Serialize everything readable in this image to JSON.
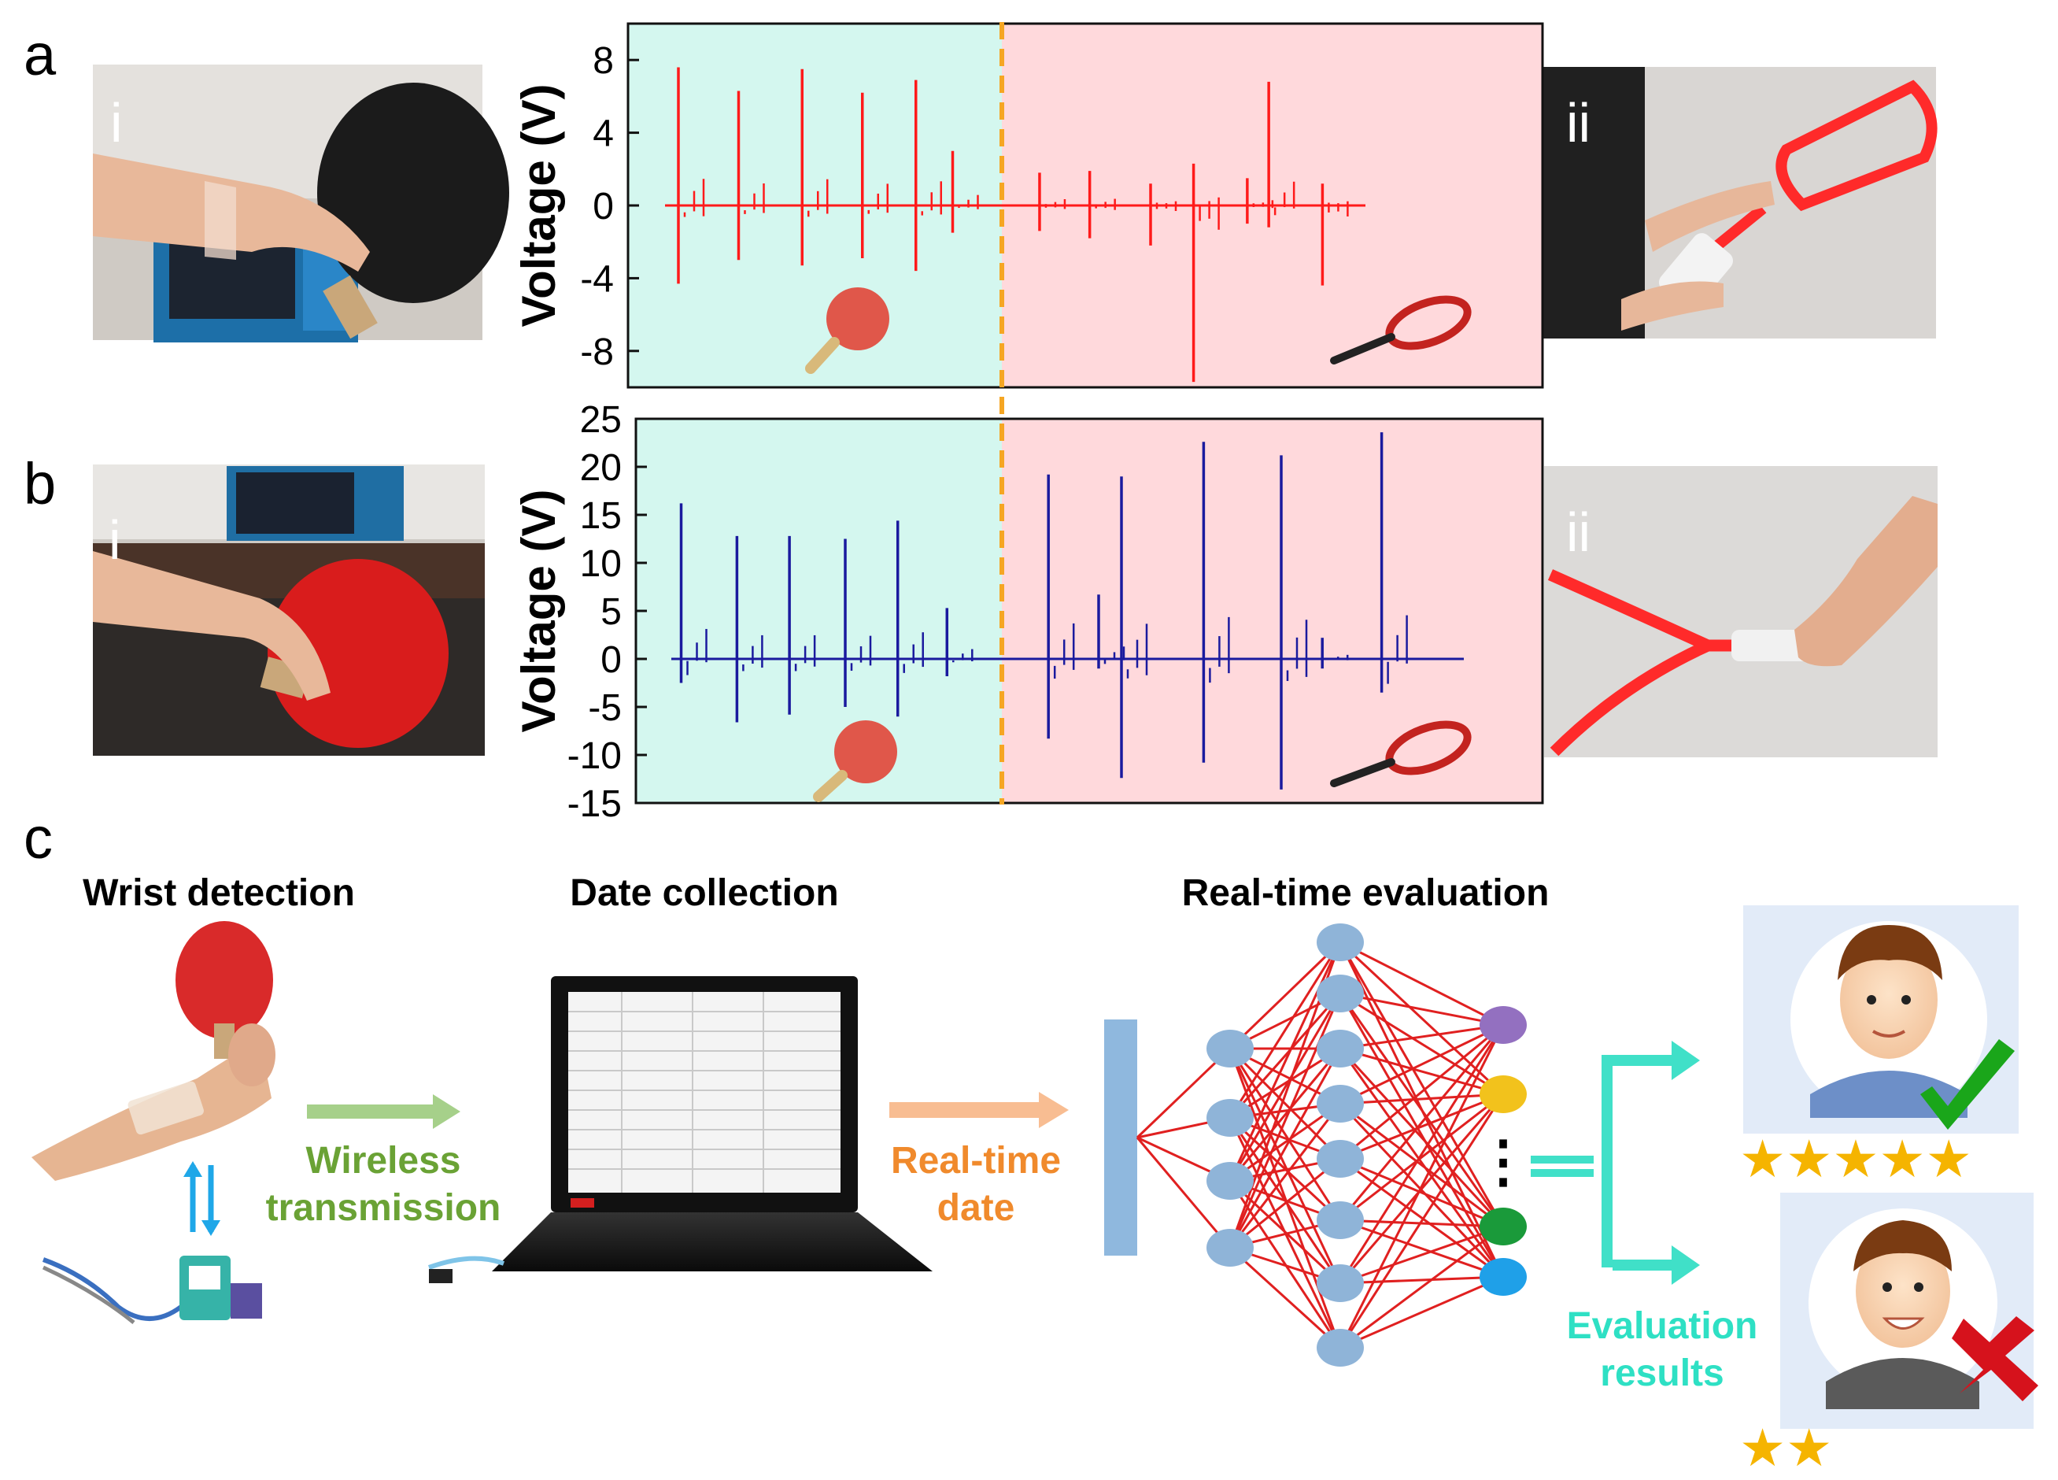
{
  "panels": {
    "a": {
      "letter": "a",
      "photo_left_label": "i",
      "photo_right_label": "ii"
    },
    "b": {
      "letter": "b",
      "photo_left_label": "i",
      "photo_right_label": "ii"
    },
    "c": {
      "letter": "c"
    }
  },
  "workflow": {
    "step1_title": "Wrist detection",
    "step2_title": "Date collection",
    "step3_title": "Real-time evaluation",
    "arrow1_line1": "Wireless",
    "arrow1_line2": "transmission",
    "arrow2_line1": "Real-time",
    "arrow2_line2": "date",
    "results_line1": "Evaluation",
    "results_line2": "results",
    "more_outputs": "⋮",
    "good_stars": "★★★★★",
    "bad_stars": "★★",
    "colors": {
      "arrow1": "#a6d08a",
      "arrow1_text": "#6aa235",
      "arrow2": "#f8bd92",
      "arrow2_text": "#f08a2c",
      "results": "#40e0c8",
      "network_edge": "#e02020",
      "node": "#8fb4d8"
    }
  },
  "chart_data": [
    {
      "type": "line",
      "panel": "a",
      "ylabel": "Voltage (V)",
      "xlabel": "",
      "ylim": [
        -10,
        10
      ],
      "yticks": [
        -8,
        -4,
        0,
        4,
        8
      ],
      "series_color": "#ff1a1a",
      "regions": [
        {
          "name": "table tennis racket",
          "color": "#d4f7ef",
          "icon": "table-tennis-racket-icon"
        },
        {
          "name": "tennis racket",
          "color": "#ffd9dc",
          "icon": "tennis-racket-icon"
        }
      ],
      "spikes_region1": [
        {
          "pos": 0.04,
          "high": 7.6,
          "low": -4.3
        },
        {
          "pos": 0.22,
          "high": 6.3,
          "low": -3.0
        },
        {
          "pos": 0.41,
          "high": 7.5,
          "low": -3.3
        },
        {
          "pos": 0.59,
          "high": 6.2,
          "low": -2.9
        },
        {
          "pos": 0.75,
          "high": 6.9,
          "low": -3.6
        },
        {
          "pos": 0.86,
          "high": 3.0,
          "low": -1.5
        }
      ],
      "spikes_region2": [
        {
          "pos": 0.09,
          "high": 1.8,
          "low": -1.4
        },
        {
          "pos": 0.23,
          "high": 1.9,
          "low": -1.8
        },
        {
          "pos": 0.4,
          "high": 1.2,
          "low": -2.2
        },
        {
          "pos": 0.52,
          "high": 2.3,
          "low": -9.7
        },
        {
          "pos": 0.67,
          "high": 1.5,
          "low": -1.0
        },
        {
          "pos": 0.73,
          "high": 6.8,
          "low": -1.2
        },
        {
          "pos": 0.88,
          "high": 1.2,
          "low": -4.4
        }
      ]
    },
    {
      "type": "line",
      "panel": "b",
      "ylabel": "Voltage (V)",
      "xlabel": "",
      "ylim": [
        -15,
        25
      ],
      "yticks": [
        -15,
        -10,
        -5,
        0,
        5,
        10,
        15,
        20,
        25
      ],
      "series_color": "#1a1a9e",
      "regions": [
        {
          "name": "table tennis racket",
          "color": "#d4f7ef",
          "icon": "table-tennis-racket-icon"
        },
        {
          "name": "tennis racket",
          "color": "#ffd9dc",
          "icon": "tennis-racket-icon"
        }
      ],
      "spikes_region1": [
        {
          "pos": 0.03,
          "high": 16.2,
          "low": -2.5
        },
        {
          "pos": 0.2,
          "high": 12.8,
          "low": -6.6
        },
        {
          "pos": 0.36,
          "high": 12.8,
          "low": -5.8
        },
        {
          "pos": 0.53,
          "high": 12.5,
          "low": -5.0
        },
        {
          "pos": 0.69,
          "high": 14.4,
          "low": -6.0
        },
        {
          "pos": 0.84,
          "high": 5.3,
          "low": -1.8
        }
      ],
      "spikes_region2": [
        {
          "pos": 0.09,
          "high": 19.2,
          "low": -8.3
        },
        {
          "pos": 0.2,
          "high": 6.7,
          "low": -1.0
        },
        {
          "pos": 0.25,
          "high": 19.0,
          "low": -12.4
        },
        {
          "pos": 0.43,
          "high": 22.6,
          "low": -10.8
        },
        {
          "pos": 0.6,
          "high": 21.2,
          "low": -13.6
        },
        {
          "pos": 0.69,
          "high": 2.2,
          "low": -1.0
        },
        {
          "pos": 0.82,
          "high": 23.6,
          "low": -3.5
        }
      ]
    }
  ]
}
